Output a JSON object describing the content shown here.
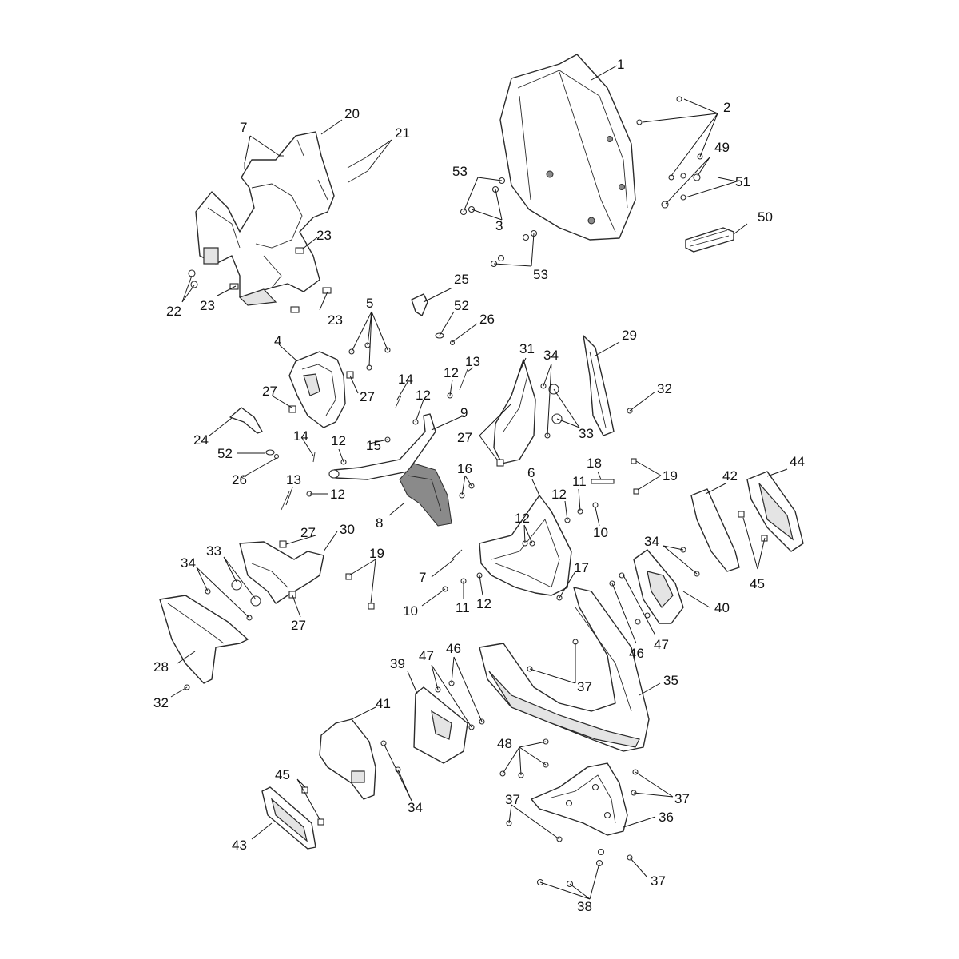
{
  "diagram": {
    "callout_numbers": [
      "1",
      "2",
      "3",
      "4",
      "5",
      "6",
      "7",
      "8",
      "9",
      "10",
      "11",
      "12",
      "13",
      "14",
      "15",
      "16",
      "17",
      "18",
      "19",
      "20",
      "21",
      "22",
      "23",
      "24",
      "25",
      "26",
      "27",
      "28",
      "29",
      "30",
      "31",
      "32",
      "33",
      "34",
      "35",
      "36",
      "37",
      "38",
      "39",
      "40",
      "41",
      "42",
      "43",
      "44",
      "45",
      "46",
      "47",
      "48",
      "49",
      "50",
      "51",
      "52",
      "53"
    ],
    "callouts": {
      "c1": "1",
      "c2": "2",
      "c3": "3",
      "c53a": "53",
      "c53b": "53",
      "c49": "49",
      "c51": "51",
      "c50": "50",
      "c7a": "7",
      "c20": "20",
      "c21": "21",
      "c23a": "23",
      "c23b": "23",
      "c23c": "23",
      "c22": "22",
      "c25": "25",
      "c52a": "52",
      "c26a": "26",
      "c5": "5",
      "c4": "4",
      "c27a": "27",
      "c27b": "27",
      "c13a": "13",
      "c12a": "12",
      "c14a": "14",
      "c12b": "12",
      "c9": "9",
      "c24": "24",
      "c14b": "14",
      "c15": "15",
      "c12c": "12",
      "c52b": "52",
      "c26b": "26",
      "c13b": "13",
      "c12d": "12",
      "c31": "31",
      "c34a": "34",
      "c29": "29",
      "c32a": "32",
      "c27c": "27",
      "c33a": "33",
      "c8": "8",
      "c16": "16",
      "c6": "6",
      "c18": "18",
      "c19a": "19",
      "c11a": "11",
      "c12e": "12",
      "c10a": "10",
      "c42": "42",
      "c44": "44",
      "c12f": "12",
      "c27d": "27",
      "c30": "30",
      "c33b": "33",
      "c34b": "34",
      "c27e": "27",
      "c19b": "19",
      "c7b": "7",
      "c17": "17",
      "c10b": "10",
      "c11b": "11",
      "c12g": "12",
      "c34c": "34",
      "c40": "40",
      "c45a": "45",
      "c46a": "46",
      "c47a": "47",
      "c28": "28",
      "c32b": "32",
      "c39": "39",
      "c47b": "47",
      "c46b": "46",
      "c37a": "37",
      "c35": "35",
      "c41": "41",
      "c34d": "34",
      "c48": "48",
      "c45b": "45",
      "c37b": "37",
      "c37c": "37",
      "c36": "36",
      "c43": "43",
      "c37d": "37",
      "c38": "38"
    }
  }
}
